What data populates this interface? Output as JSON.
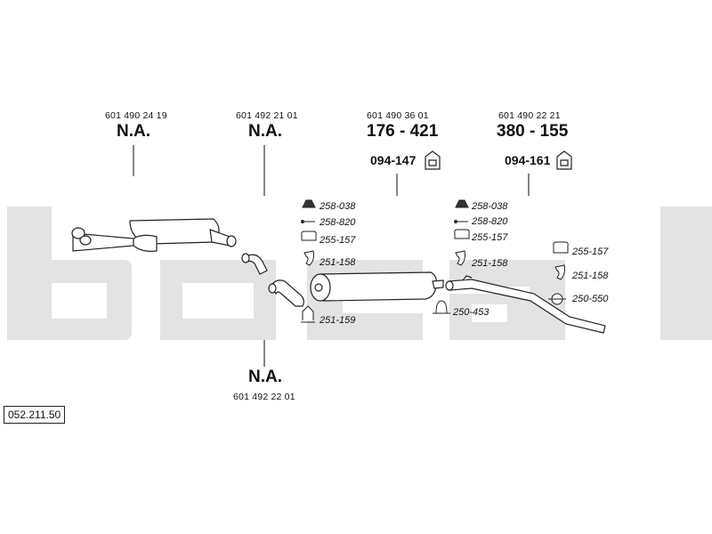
{
  "reference": "052.211.50",
  "groups": [
    {
      "number": "601 490 24 19",
      "code": "N.A."
    },
    {
      "number": "601 492 21 01",
      "code": "N.A."
    },
    {
      "number": "601 490 36 01",
      "code": "176 - 421"
    },
    {
      "number": "601 490 22 21",
      "code": "380 - 155"
    },
    {
      "number": "601 492 22 01",
      "code": "N.A."
    }
  ],
  "hangers": [
    "094-147",
    "094-161"
  ],
  "parts_left": [
    "258-038",
    "258-820",
    "255-157",
    "251-158",
    "251-159"
  ],
  "parts_mid": [
    "258-038",
    "258-820",
    "255-157",
    "251-158",
    "250-453"
  ],
  "parts_right": [
    "255-157",
    "251-158",
    "250-550"
  ],
  "colors": {
    "watermark": "#e3e3e3",
    "line": "#222222"
  }
}
